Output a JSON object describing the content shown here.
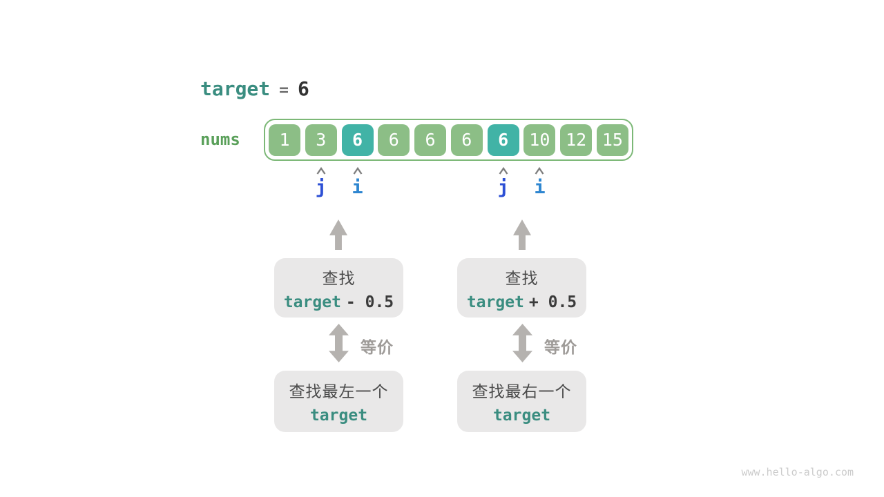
{
  "header": {
    "variable": "target",
    "operator": "=",
    "value": "6"
  },
  "nums": {
    "label": "nums",
    "cells": [
      {
        "value": "1",
        "highlight": false
      },
      {
        "value": "3",
        "highlight": false
      },
      {
        "value": "6",
        "highlight": true
      },
      {
        "value": "6",
        "highlight": false
      },
      {
        "value": "6",
        "highlight": false
      },
      {
        "value": "6",
        "highlight": false
      },
      {
        "value": "6",
        "highlight": true
      },
      {
        "value": "10",
        "highlight": false
      },
      {
        "value": "12",
        "highlight": false
      },
      {
        "value": "15",
        "highlight": false
      }
    ]
  },
  "pointers": [
    {
      "label": "j",
      "index": 1
    },
    {
      "label": "i",
      "index": 2
    },
    {
      "label": "j",
      "index": 6
    },
    {
      "label": "i",
      "index": 7
    }
  ],
  "flows": {
    "left": {
      "search_line1": "查找",
      "search_expr_var": "target",
      "search_expr_op": "- 0.5",
      "equivalence": "等价",
      "result_line1": "查找最左一个",
      "result_line2": "target"
    },
    "right": {
      "search_line1": "查找",
      "search_expr_var": "target",
      "search_expr_op": "+ 0.5",
      "equivalence": "等价",
      "result_line1": "查找最右一个",
      "result_line2": "target"
    }
  },
  "watermark": "www.hello-algo.com",
  "colors": {
    "teal_text": "#3a8d80",
    "green_label": "#5aa05a",
    "green_border": "#7cb877",
    "green_cell": "#8cbe86",
    "teal_cell": "#41b3a6",
    "box_bg": "#e9e8e8",
    "gray_arrow": "#b5b2af",
    "equiv_gray": "#9e9b98",
    "pointer_j": "#2d50d5",
    "pointer_i": "#2e86d0",
    "caret_gray": "#7f7f7f"
  }
}
